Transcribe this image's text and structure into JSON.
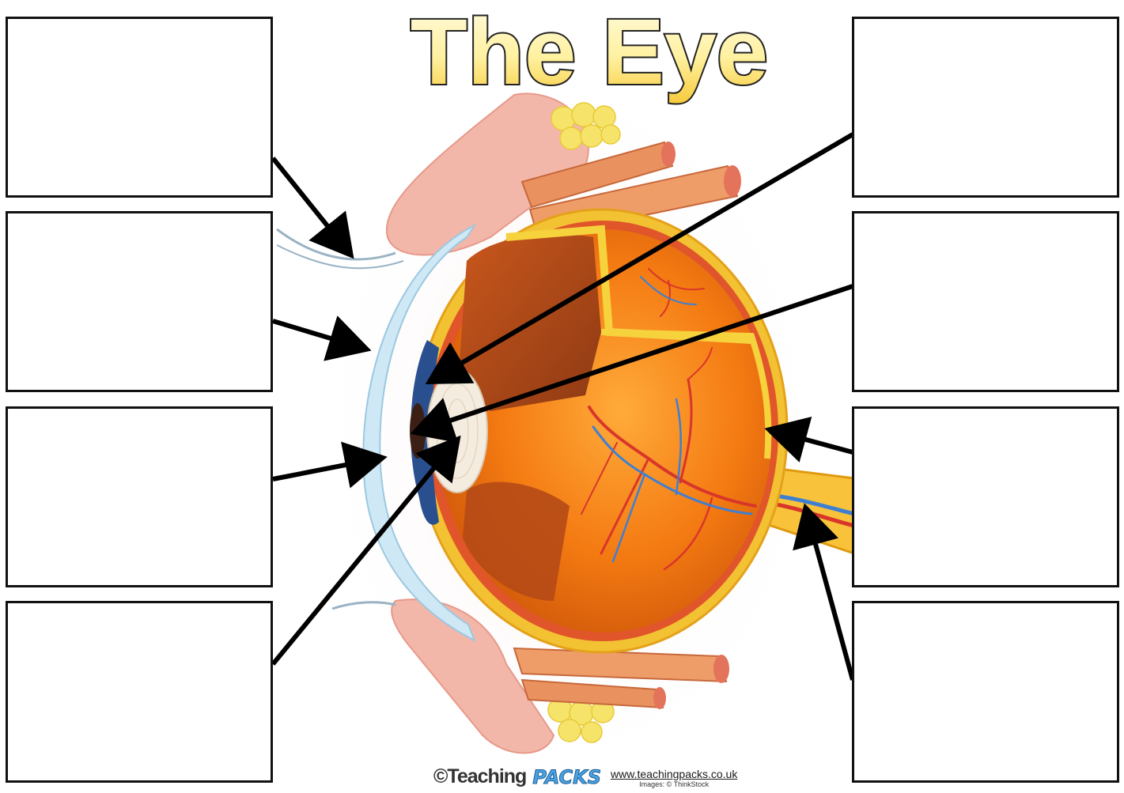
{
  "title": "The Eye",
  "footer": {
    "copyright_brand": "©Teaching",
    "brand_logo": "PACKS",
    "url": "www.teachingpacks.co.uk",
    "image_credit": "Images: © ThinkStock"
  },
  "label_boxes": {
    "left": [
      "",
      "",
      "",
      ""
    ],
    "right": [
      "",
      "",
      "",
      ""
    ]
  },
  "colors": {
    "title_fill": "#fff3a0",
    "title_outline": "#222222",
    "arrow": "#000000",
    "eyeball": "#f07a14",
    "sclera_band": "#f2c233",
    "blood_vessel_red": "#d9362a",
    "blood_vessel_blue": "#3f7fd1"
  }
}
